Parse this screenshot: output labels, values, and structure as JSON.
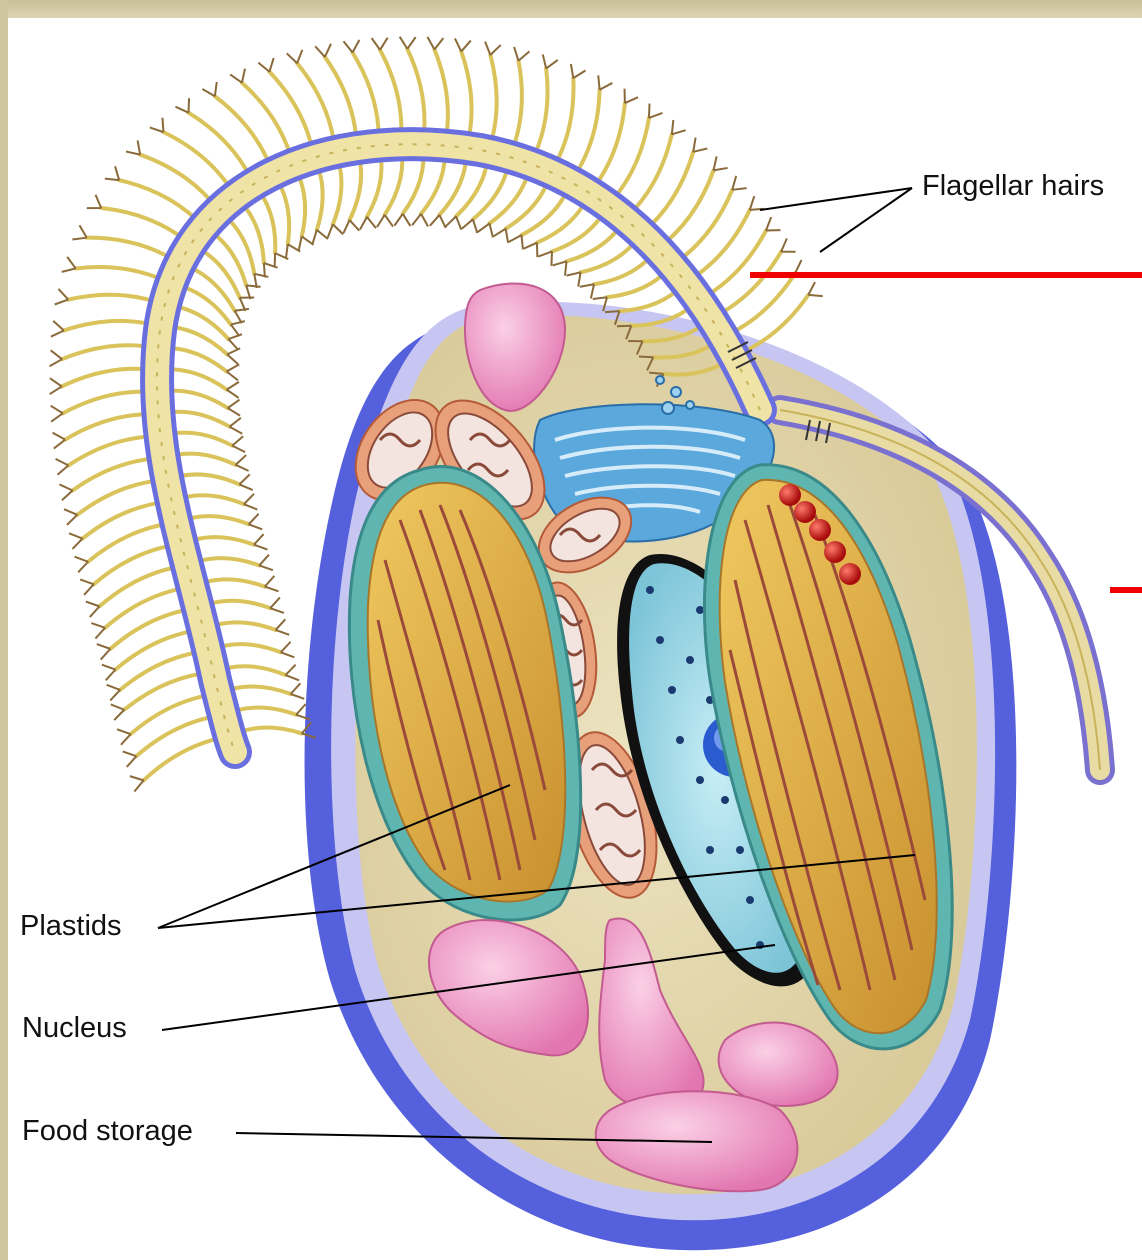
{
  "diagram": {
    "labels": {
      "flagellar_hairs": "Flagellar hairs",
      "plastids": "Plastids",
      "nucleus": "Nucleus",
      "food_storage": "Food storage"
    },
    "colors": {
      "membrane": "#6a6fe0",
      "cytoplasm": "#e6dcb4",
      "flagellum": "#efe3a6",
      "hair": "#d9c35a",
      "hair_tip": "#8a6a3a",
      "plastid": "#e0b04a",
      "plastid_lamella": "#9b4a3a",
      "mitochondrion": "#e8a07a",
      "golgi": "#5aa8dc",
      "nucleus": "#a8dcea",
      "nucleolus": "#2a5cd0",
      "food_storage": "#ee92c2",
      "eyespot": "#cc1a1a",
      "marker": "#ee0000"
    }
  }
}
